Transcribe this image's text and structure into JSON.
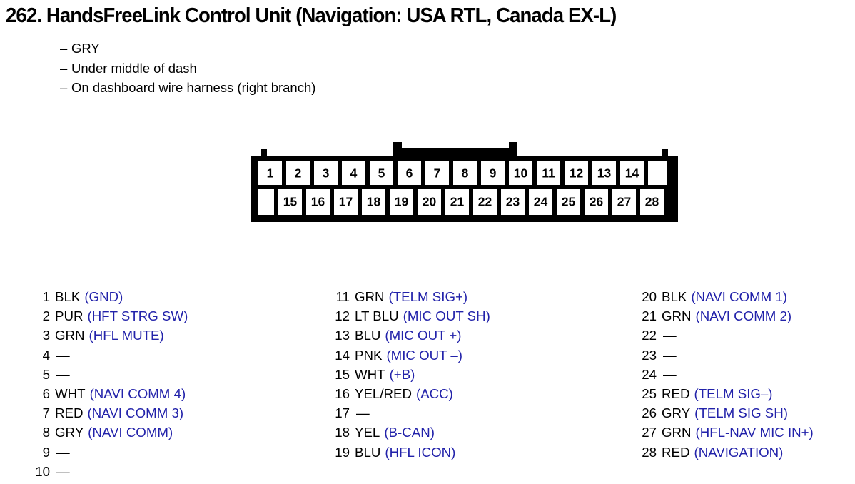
{
  "header": {
    "title": "262. HandsFreeLink Control Unit (Navigation: USA RTL, Canada EX-L)",
    "dash": "–",
    "bullets": [
      "GRY",
      "Under middle of dash",
      "On dashboard wire harness (right branch)"
    ]
  },
  "connector": {
    "name": "connector-pinout-diagram",
    "top_row_pins": [
      "1",
      "2",
      "3",
      "4",
      "5",
      "6",
      "7",
      "8",
      "9",
      "10",
      "11",
      "12",
      "13",
      "14"
    ],
    "bottom_row_pins": [
      "15",
      "16",
      "17",
      "18",
      "19",
      "20",
      "21",
      "22",
      "23",
      "24",
      "25",
      "26",
      "27",
      "28"
    ],
    "latch_over_pins": [
      "6",
      "7",
      "8",
      "9"
    ]
  },
  "colors": {
    "signal_blue": "#2222aa",
    "text_black": "#000000",
    "background": "#ffffff"
  },
  "pin_list": {
    "empty_marker": "—",
    "columns": [
      {
        "id": "column-1",
        "rows": [
          {
            "num": "1",
            "color": "BLK",
            "signal": "(GND)"
          },
          {
            "num": "2",
            "color": "PUR",
            "signal": "(HFT STRG SW)"
          },
          {
            "num": "3",
            "color": "GRN",
            "signal": "(HFL MUTE)"
          },
          {
            "num": "4",
            "color": "",
            "signal": ""
          },
          {
            "num": "5",
            "color": "",
            "signal": ""
          },
          {
            "num": "6",
            "color": "WHT",
            "signal": "(NAVI COMM 4)"
          },
          {
            "num": "7",
            "color": "RED",
            "signal": "(NAVI COMM 3)"
          },
          {
            "num": "8",
            "color": "GRY",
            "signal": "(NAVI COMM)"
          },
          {
            "num": "9",
            "color": "",
            "signal": ""
          },
          {
            "num": "10",
            "color": "",
            "signal": ""
          }
        ]
      },
      {
        "id": "column-2",
        "rows": [
          {
            "num": "11",
            "color": "GRN",
            "signal": "(TELM SIG+)"
          },
          {
            "num": "12",
            "color": "LT BLU",
            "signal": "(MIC OUT SH)"
          },
          {
            "num": "13",
            "color": "BLU",
            "signal": "(MIC OUT +)"
          },
          {
            "num": "14",
            "color": "PNK",
            "signal": "(MIC OUT –)"
          },
          {
            "num": "15",
            "color": "WHT",
            "signal": "(+B)"
          },
          {
            "num": "16",
            "color": "YEL/RED",
            "signal": "(ACC)"
          },
          {
            "num": "17",
            "color": "",
            "signal": ""
          },
          {
            "num": "18",
            "color": "YEL",
            "signal": "(B-CAN)"
          },
          {
            "num": "19",
            "color": "BLU",
            "signal": "(HFL ICON)"
          }
        ]
      },
      {
        "id": "column-3",
        "rows": [
          {
            "num": "20",
            "color": "BLK",
            "signal": "(NAVI COMM 1)"
          },
          {
            "num": "21",
            "color": "GRN",
            "signal": "(NAVI COMM 2)"
          },
          {
            "num": "22",
            "color": "",
            "signal": ""
          },
          {
            "num": "23",
            "color": "",
            "signal": ""
          },
          {
            "num": "24",
            "color": "",
            "signal": ""
          },
          {
            "num": "25",
            "color": "RED",
            "signal": "(TELM SIG–)"
          },
          {
            "num": "26",
            "color": "GRY",
            "signal": "(TELM SIG SH)"
          },
          {
            "num": "27",
            "color": "GRN",
            "signal": "(HFL-NAV MIC IN+)"
          },
          {
            "num": "28",
            "color": "RED",
            "signal": "(NAVIGATION)"
          }
        ]
      }
    ]
  }
}
